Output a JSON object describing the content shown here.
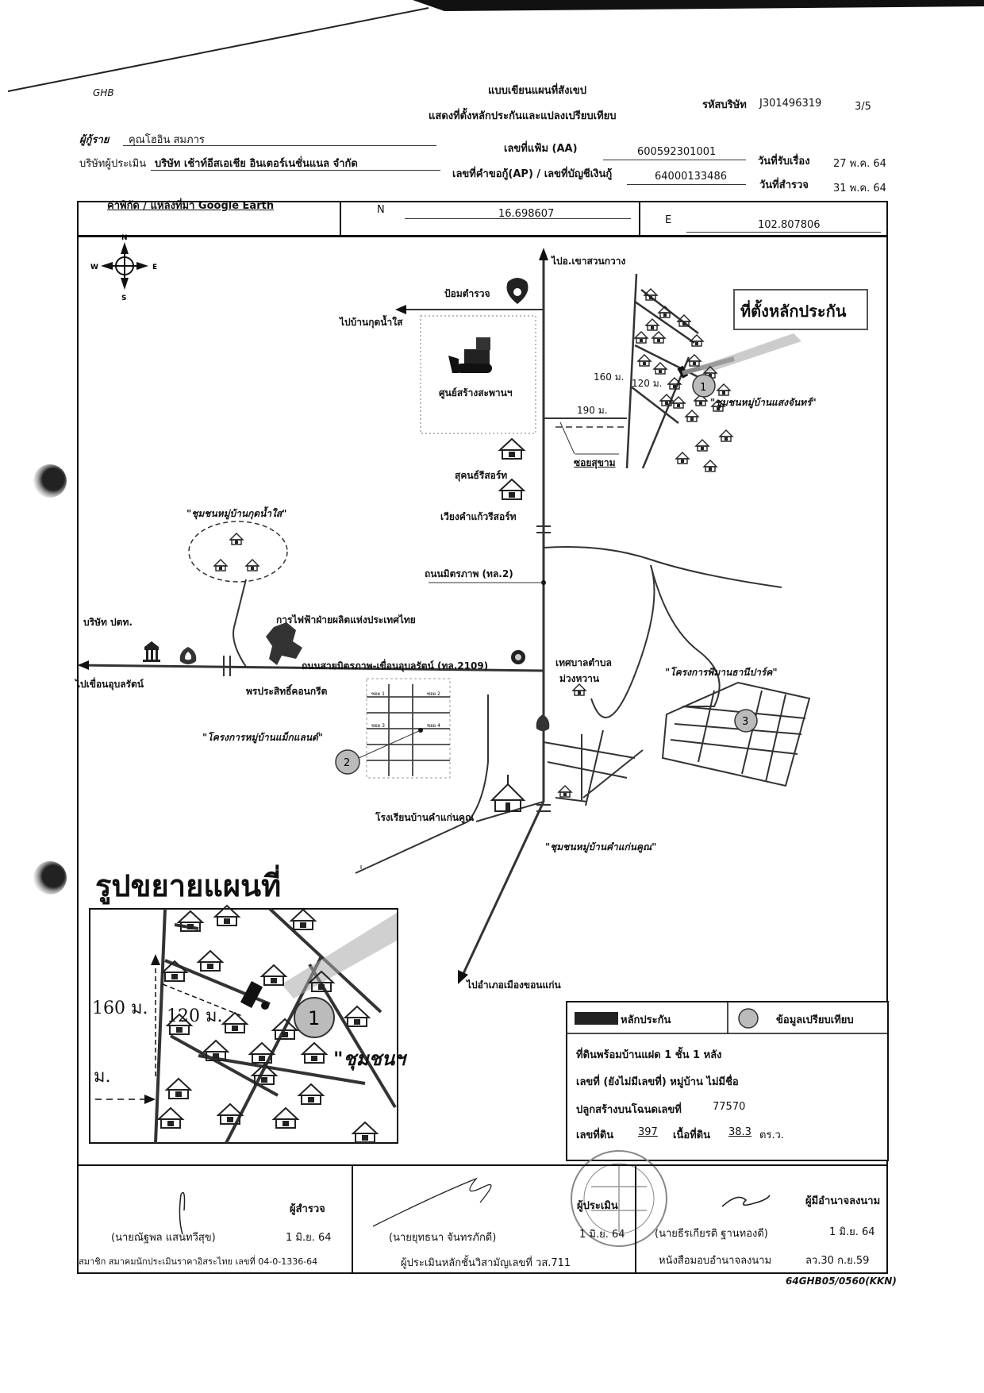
{
  "header": {
    "ghb": "GHB",
    "title_line1": "แบบเขียนแผนที่สังเขป",
    "title_line2": "แสดงที่ตั้งหลักประกันและแปลงเปรียบเทียบ",
    "company_code_label": "รหัสบริษัท",
    "company_code": "J301496319",
    "page": "3/5",
    "borrower_label": "ผู้กู้ราย",
    "borrower": "คุณโฮอิน สมภาร",
    "appraiser_company_label": "บริษัทผู้ประเมิน",
    "appraiser_company": "บริษัท เช้าท์อีสเอเชีย อินเตอร์เนชั่นแนล จำกัด",
    "file_no_label": "เลขที่แฟ้ม (AA)",
    "file_no": "600592301001",
    "request_no_label": "เลขที่คำขอกู้(AP) / เลขที่บัญชีเงินกู้",
    "request_no": "64000133486",
    "received_date_label": "วันที่รับเรื่อง",
    "received_date": "27 พ.ค. 64",
    "survey_date_label": "วันที่สำรวจ",
    "survey_date": "31 พ.ค. 64"
  },
  "coords": {
    "source_label": "ค่าพิกัด / แหล่งที่มา Google Earth",
    "n_label": "N",
    "n_value": "16.698607",
    "e_label": "E",
    "e_value": "102.807806"
  },
  "map": {
    "compass": {
      "n": "N",
      "s": "S",
      "e": "E",
      "w": "W"
    },
    "labels": {
      "to_khao_suan_kwang": "ไปอ.เขาสวนกวาง",
      "police_box": "ป้อมตำรวจ",
      "to_kud_nam_sai": "ไปบ้านกุดน้ำใส",
      "bridge_center": "ศูนย์สร้างสะพานฯ",
      "collateral_location": "ที่ตั้งหลักประกัน",
      "dist_160": "160 ม.",
      "dist_120": "120 ม.",
      "dist_190": "190 ม.",
      "community_saengchan": "\"ชุมชนหมู่บ้านแสงจันทร์\"",
      "soi": "ซอยสุขาม",
      "resort1": "สุคนธ์รีสอร์ท",
      "resort2": "เวียงคำแก้วรีสอร์ท",
      "community_kud_nam_sai": "\"ชุมชนหมู่บ้านกุดน้ำใส\"",
      "mittraphap_road": "ถนนมิตรภาพ (ทล.2)",
      "ptt": "บริษัท ปตท.",
      "egat": "การไฟฟ้าฝ่ายผลิตแห่งประเทศไทย",
      "to_ubolrat_dam": "ไปเขื่อนอุบลรัตน์",
      "road_2109": "ถนนสายมิตรภาพ-เขื่อนอุบลรัตน์ (ทล.2109)",
      "phornprasit": "พรประสิทธิ์คอนกรีต",
      "municipality_line1": "เทศบาลตำบล",
      "municipality_line2": "ม่วงหวาน",
      "phiman_project": "\"โครงการพิมานธานีปาร์ค\"",
      "magnet_land": "\"โครงการหมู่บ้านแม็กแลนด์\"",
      "school": "โรงเรียนบ้านคำแก่นคูณ",
      "community_kham": "\"ชุมชนหมู่บ้านคำแก่นคูณ\"",
      "to_khon_kaen": "ไปอำเภอเมืองขอนแก่น",
      "soi1": "ซอย 1",
      "soi2": "ซอย 2",
      "soi3": "ซอย 3",
      "soi4": "ซอย 4"
    },
    "markers": [
      "1",
      "2",
      "3"
    ],
    "enlarged_title": "รูปขยายแผนที่",
    "enlarged": {
      "dist_160": "160 ม.",
      "dist_120": "120 ม.",
      "m": "ม.",
      "community": "\"ชุมชนฯ"
    }
  },
  "legend": {
    "collateral": "หลักประกัน",
    "comparable": "ข้อมูลเปรียบเทียบ",
    "line1": "ที่ดินพร้อมบ้านแฝด 1 ชั้น 1 หลัง",
    "line2": "เลขที่ (ยังไม่มีเลขที่) หมู่บ้าน ไม่มีชื่อ",
    "line3_label": "ปลูกสร้างบนโฉนดเลขที่",
    "line3_value": "77570",
    "land_no_label": "เลขที่ดิน",
    "land_no": "397",
    "area_label": "เนื้อที่ดิน",
    "area": "38.3",
    "area_unit": "ตร.ว."
  },
  "signatures": {
    "surveyor_role": "ผู้สำรวจ",
    "surveyor_name": "(นายณัฐพล แสนทวีสุข)",
    "surveyor_date": "1 มิ.ย. 64",
    "surveyor_member": "สมาชิก สมาคมนักประเมินราคาอิสระไทย เลขที่ 04-0-1336-64",
    "appraiser_role": "ผู้ประเมิน",
    "appraiser_name": "(นายยุทธนา จันทรภักดี)",
    "appraiser_date": "1 มิ.ย. 64",
    "appraiser_license": "ผู้ประเมินหลักชั้นวิสามัญเลขที่ วส.711",
    "signer_role": "ผู้มีอำนาจลงนาม",
    "signer_name": "(นายธีรเกียรติ ฐานทองดี)",
    "signer_date": "1 มิ.ย. 64",
    "poa_label": "หนังสือมอบอำนาจลงนาม",
    "poa_date": "ลว.30 ก.ย.59"
  },
  "footer_code": "64GHB05/0560(KKN)"
}
